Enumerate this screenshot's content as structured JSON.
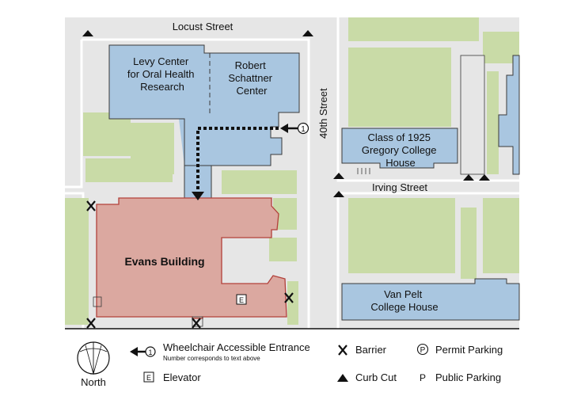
{
  "streets": {
    "locust": "Locust Street",
    "fortieth": "40th Street",
    "irving": "Irving Street"
  },
  "buildings": {
    "levy": [
      "Levy Center",
      "for Oral Health",
      "Research"
    ],
    "schattner": [
      "Robert",
      "Schattner",
      "Center"
    ],
    "evans": "Evans Building",
    "class1925": [
      "Class of 1925",
      "Gregory College",
      "House"
    ],
    "vanpelt": [
      "Van Pelt",
      "College House"
    ]
  },
  "markers": {
    "entrance_number": "1",
    "elevator_letter": "E"
  },
  "legend": {
    "north": "North",
    "wheelchair": "Wheelchair Accessible Entrance",
    "wheelchair_note": "Number corresponds to text above",
    "elevator": "Elevator",
    "barrier": "Barrier",
    "curb_cut": "Curb Cut",
    "permit_parking": "Permit Parking",
    "permit_symbol": "P",
    "public_parking": "Public Parking",
    "public_symbol": "P"
  },
  "colors": {
    "building_blue": "#a9c6e0",
    "evans_red": "#dba8a0",
    "green_space": "#c9dba7",
    "street_gray": "#e6e6e6",
    "outline": "#3a3a3a"
  }
}
